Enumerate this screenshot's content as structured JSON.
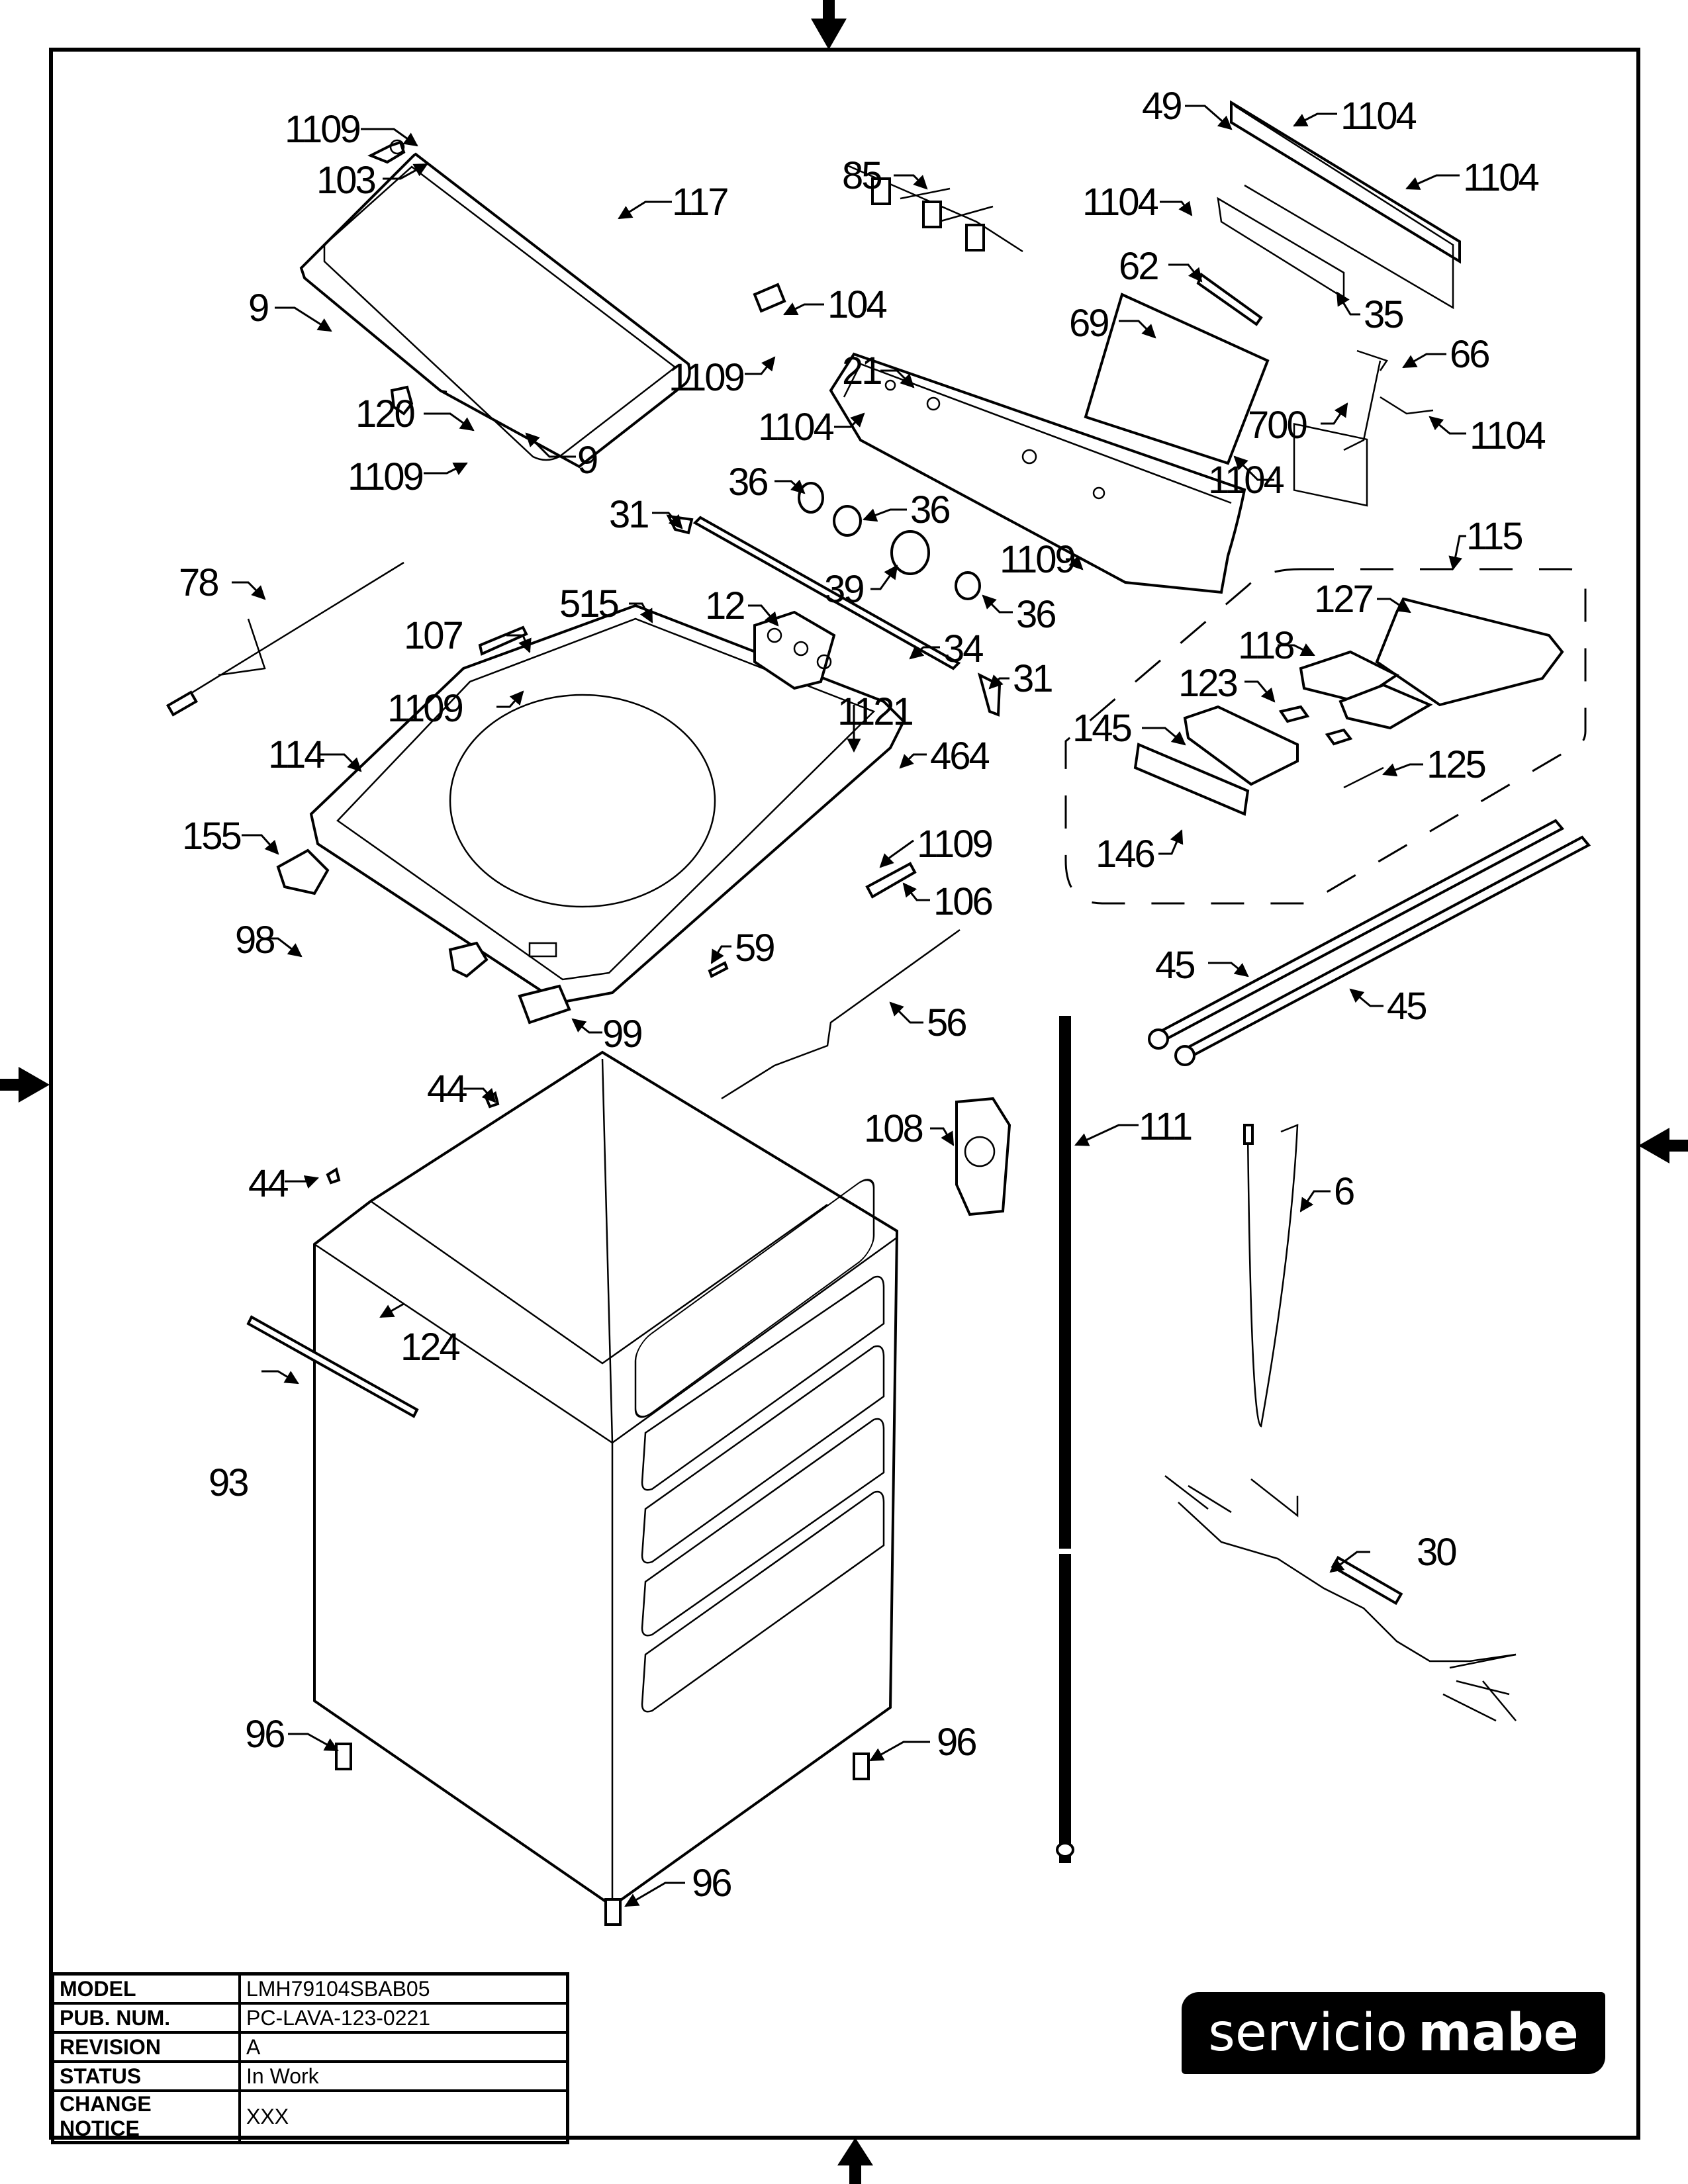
{
  "diagram": {
    "title": "Exploded parts diagram - top-load washer cabinet and control panel",
    "callouts": [
      {
        "id": "c1109a",
        "label": "1109"
      },
      {
        "id": "c103",
        "label": "103"
      },
      {
        "id": "c117",
        "label": "117"
      },
      {
        "id": "c9a",
        "label": "9"
      },
      {
        "id": "c120",
        "label": "120"
      },
      {
        "id": "c1109b",
        "label": "1109"
      },
      {
        "id": "c9b",
        "label": "9"
      },
      {
        "id": "c85",
        "label": "85"
      },
      {
        "id": "c1104a",
        "label": "1104"
      },
      {
        "id": "c104",
        "label": "104"
      },
      {
        "id": "c1109c",
        "label": "1109"
      },
      {
        "id": "c21",
        "label": "21"
      },
      {
        "id": "c1104b",
        "label": "1104"
      },
      {
        "id": "c49",
        "label": "49"
      },
      {
        "id": "c1104c",
        "label": "1104"
      },
      {
        "id": "c1104d",
        "label": "1104"
      },
      {
        "id": "c62",
        "label": "62"
      },
      {
        "id": "c35",
        "label": "35"
      },
      {
        "id": "c69",
        "label": "69"
      },
      {
        "id": "c66",
        "label": "66"
      },
      {
        "id": "c700",
        "label": "700"
      },
      {
        "id": "c1104e",
        "label": "1104"
      },
      {
        "id": "c1104f",
        "label": "1104"
      },
      {
        "id": "c36a",
        "label": "36"
      },
      {
        "id": "c36b",
        "label": "36"
      },
      {
        "id": "c39",
        "label": "39"
      },
      {
        "id": "c1109d",
        "label": "1109"
      },
      {
        "id": "c36c",
        "label": "36"
      },
      {
        "id": "c31a",
        "label": "31"
      },
      {
        "id": "c34",
        "label": "34"
      },
      {
        "id": "c31b",
        "label": "31"
      },
      {
        "id": "c78",
        "label": "78"
      },
      {
        "id": "c107",
        "label": "107"
      },
      {
        "id": "c515",
        "label": "515"
      },
      {
        "id": "c12",
        "label": "12"
      },
      {
        "id": "c1109e",
        "label": "1109"
      },
      {
        "id": "c1121",
        "label": "1121"
      },
      {
        "id": "c464",
        "label": "464"
      },
      {
        "id": "c114",
        "label": "114"
      },
      {
        "id": "c155",
        "label": "155"
      },
      {
        "id": "c1109f",
        "label": "1109"
      },
      {
        "id": "c106",
        "label": "106"
      },
      {
        "id": "c115",
        "label": "115"
      },
      {
        "id": "c127",
        "label": "127"
      },
      {
        "id": "c118",
        "label": "118"
      },
      {
        "id": "c123",
        "label": "123"
      },
      {
        "id": "c145",
        "label": "145"
      },
      {
        "id": "c125",
        "label": "125"
      },
      {
        "id": "c146",
        "label": "146"
      },
      {
        "id": "c98",
        "label": "98"
      },
      {
        "id": "c59",
        "label": "59"
      },
      {
        "id": "c99",
        "label": "99"
      },
      {
        "id": "c56",
        "label": "56"
      },
      {
        "id": "c45a",
        "label": "45"
      },
      {
        "id": "c45b",
        "label": "45"
      },
      {
        "id": "c44a",
        "label": "44"
      },
      {
        "id": "c44b",
        "label": "44"
      },
      {
        "id": "c108",
        "label": "108"
      },
      {
        "id": "c111",
        "label": "111"
      },
      {
        "id": "c6",
        "label": "6"
      },
      {
        "id": "c124",
        "label": "124"
      },
      {
        "id": "c93",
        "label": "93"
      },
      {
        "id": "c30",
        "label": "30"
      },
      {
        "id": "c96a",
        "label": "96"
      },
      {
        "id": "c96b",
        "label": "96"
      },
      {
        "id": "c96c",
        "label": "96"
      }
    ]
  },
  "title_block": {
    "rows": [
      {
        "key": "MODEL",
        "value": "LMH79104SBAB05"
      },
      {
        "key": "PUB. NUM.",
        "value": "PC-LAVA-123-0221"
      },
      {
        "key": "REVISION",
        "value": "A"
      },
      {
        "key": "STATUS",
        "value": "In Work"
      },
      {
        "key": "CHANGE NOTICE",
        "value": "XXX"
      }
    ]
  },
  "logo": {
    "part1": "servicio",
    "part2": "mabe"
  }
}
